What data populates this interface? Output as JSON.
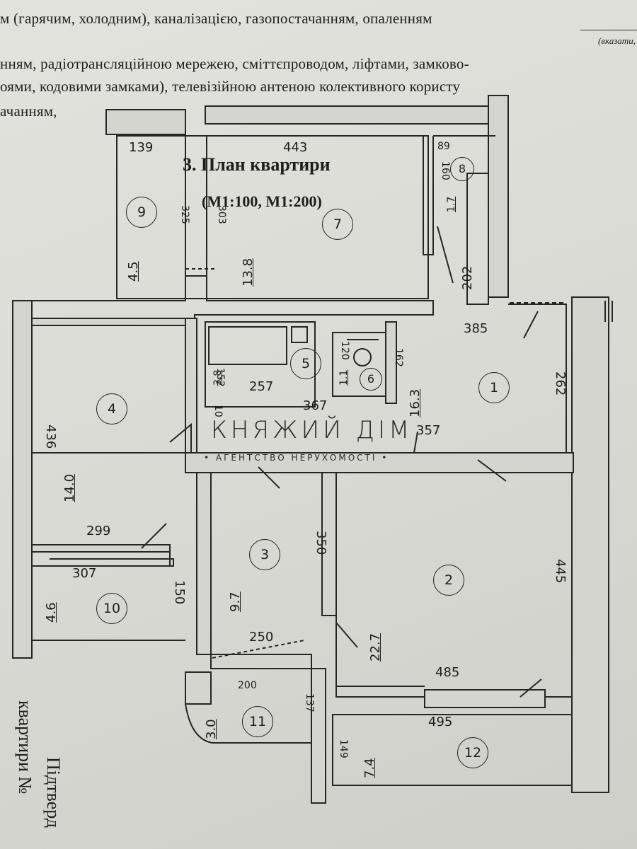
{
  "header": {
    "line1": "м (гарячим, холодним), каналізацією, газопостачанням, опаленням",
    "note1": "(вказати,",
    "line2": "нням, радіотрансляційною мережею, сміттєпроводом, ліфтами, замково-",
    "line3": "оями, кодовими замками), телевізійною антеною колективного користу",
    "line4": "ачанням,"
  },
  "plan": {
    "section_num": "3.",
    "title": "План квартири",
    "scale": "(М1:100, М1:200)"
  },
  "rooms": {
    "r1": {
      "num": "1",
      "area": "16.3"
    },
    "r2": {
      "num": "2",
      "area": "22.7"
    },
    "r3": {
      "num": "3",
      "area": "9.7"
    },
    "r4": {
      "num": "4",
      "area": "14.0"
    },
    "r5": {
      "num": "5",
      "area": "3.8"
    },
    "r6": {
      "num": "6",
      "area": "1.1"
    },
    "r7": {
      "num": "7",
      "area": "13.8"
    },
    "r8": {
      "num": "8",
      "area": "1.7"
    },
    "r9": {
      "num": "9",
      "area": "4.5"
    },
    "r10": {
      "num": "10",
      "area": "4.6"
    },
    "r11": {
      "num": "11",
      "area": "3.0"
    },
    "r12": {
      "num": "12",
      "area": "7.4"
    }
  },
  "dimensions": {
    "d139": "139",
    "d443": "443",
    "d89": "89",
    "d160": "160",
    "d325": "325",
    "d303": "303",
    "d202": "202",
    "d385": "385",
    "d262": "262",
    "d120": "120",
    "d162": "162",
    "d152": "152",
    "d257": "257",
    "d367": "367",
    "d357": "357",
    "d10": "10",
    "d436": "436",
    "d299": "299",
    "d307": "307",
    "d150": "150",
    "d350": "350",
    "d250": "250",
    "d200": "200",
    "d137": "137",
    "d445": "445",
    "d485": "485",
    "d495": "495",
    "d149": "149"
  },
  "watermark": {
    "brand": "КНЯЖИЙ ДІМ",
    "subtitle": "• АГЕНТСТВО НЕРУХОМОСТІ •"
  },
  "footer": {
    "line1": "Підтверд",
    "line2": "квартири №"
  }
}
